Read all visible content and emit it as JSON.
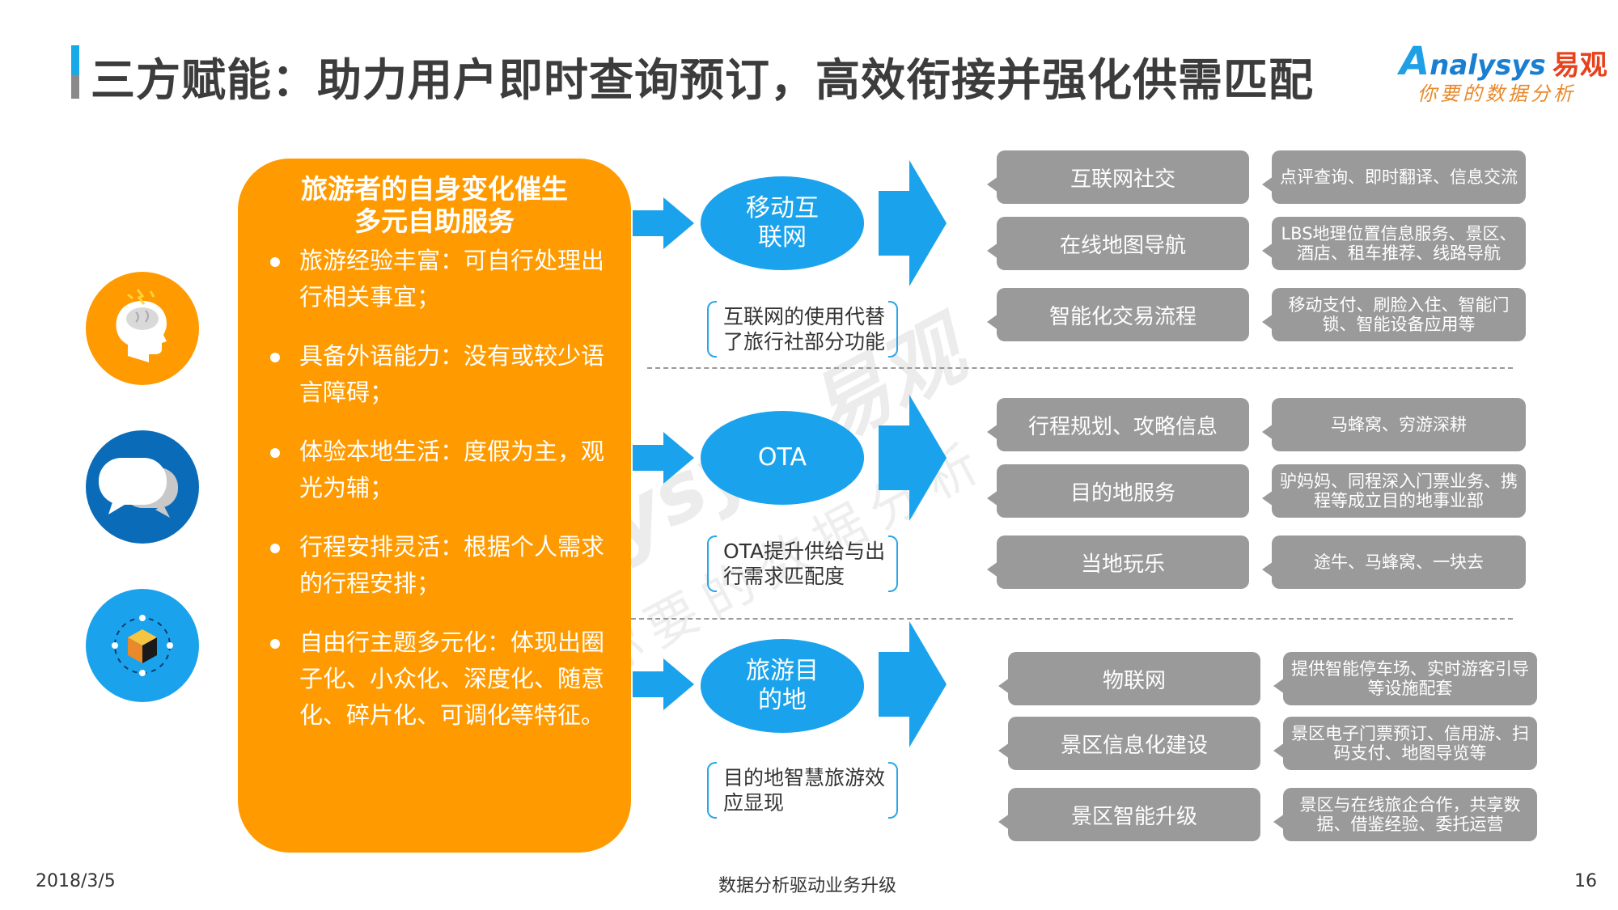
{
  "title": "三方赋能：助力用户即时查询预订，高效衔接并强化供需匹配",
  "logo": {
    "brand": "nalysys",
    "brand_initial": "A",
    "brand_cn": "易观",
    "slogan": "你要的数据分析"
  },
  "watermark": {
    "line1": "nalysys 易观",
    "line2": "你要的数据分析"
  },
  "icons": [
    "brain-icon",
    "chat-bubbles-icon",
    "cube-icon"
  ],
  "colors": {
    "accent_blue": "#1aa3ec",
    "panel_orange": "#ff9b00",
    "box_grey": "#9a9a9a"
  },
  "panel": {
    "title_line1": "旅游者的自身变化催生",
    "title_line2": "多元自助服务",
    "items": [
      "旅游经验丰富：可自行处理出行相关事宜；",
      "具备外语能力：没有或较少语言障碍；",
      "体验本地生活：度假为主，观光为辅；",
      "行程安排灵活：根据个人需求的行程安排；",
      "自由行主题多元化：体现出圈子化、小众化、深度化、随意化、碎片化、可调化等特征。"
    ]
  },
  "sections": [
    {
      "channel": "移动互联网",
      "note": "互联网的使用代替了旅行社部分功能",
      "rows": [
        {
          "left": "互联网社交",
          "right": "点评查询、即时翻译、信息交流"
        },
        {
          "left": "在线地图导航",
          "right": "LBS地理位置信息服务、景区、酒店、租车推荐、线路导航"
        },
        {
          "left": "智能化交易流程",
          "right": "移动支付、刷脸入住、智能门锁、智能设备应用等"
        }
      ]
    },
    {
      "channel": "OTA",
      "note": "OTA提升供给与出行需求匹配度",
      "rows": [
        {
          "left": "行程规划、攻略信息",
          "right": "马蜂窝、穷游深耕"
        },
        {
          "left": "目的地服务",
          "right": "驴妈妈、同程深入门票业务、携程等成立目的地事业部"
        },
        {
          "left": "当地玩乐",
          "right": "途牛、马蜂窝、一块去"
        }
      ]
    },
    {
      "channel": "旅游目的地",
      "note": "目的地智慧旅游效应显现",
      "rows": [
        {
          "left": "物联网",
          "right": "提供智能停车场、实时游客引导等设施配套"
        },
        {
          "left": "景区信息化建设",
          "right": "景区电子门票预订、信用游、扫码支付、地图导览等"
        },
        {
          "left": "景区智能升级",
          "right": "景区与在线旅企合作，共享数据、借鉴经验、委托运营"
        }
      ]
    }
  ],
  "footer": {
    "date": "2018/3/5",
    "center": "数据分析驱动业务升级",
    "page": "16"
  }
}
